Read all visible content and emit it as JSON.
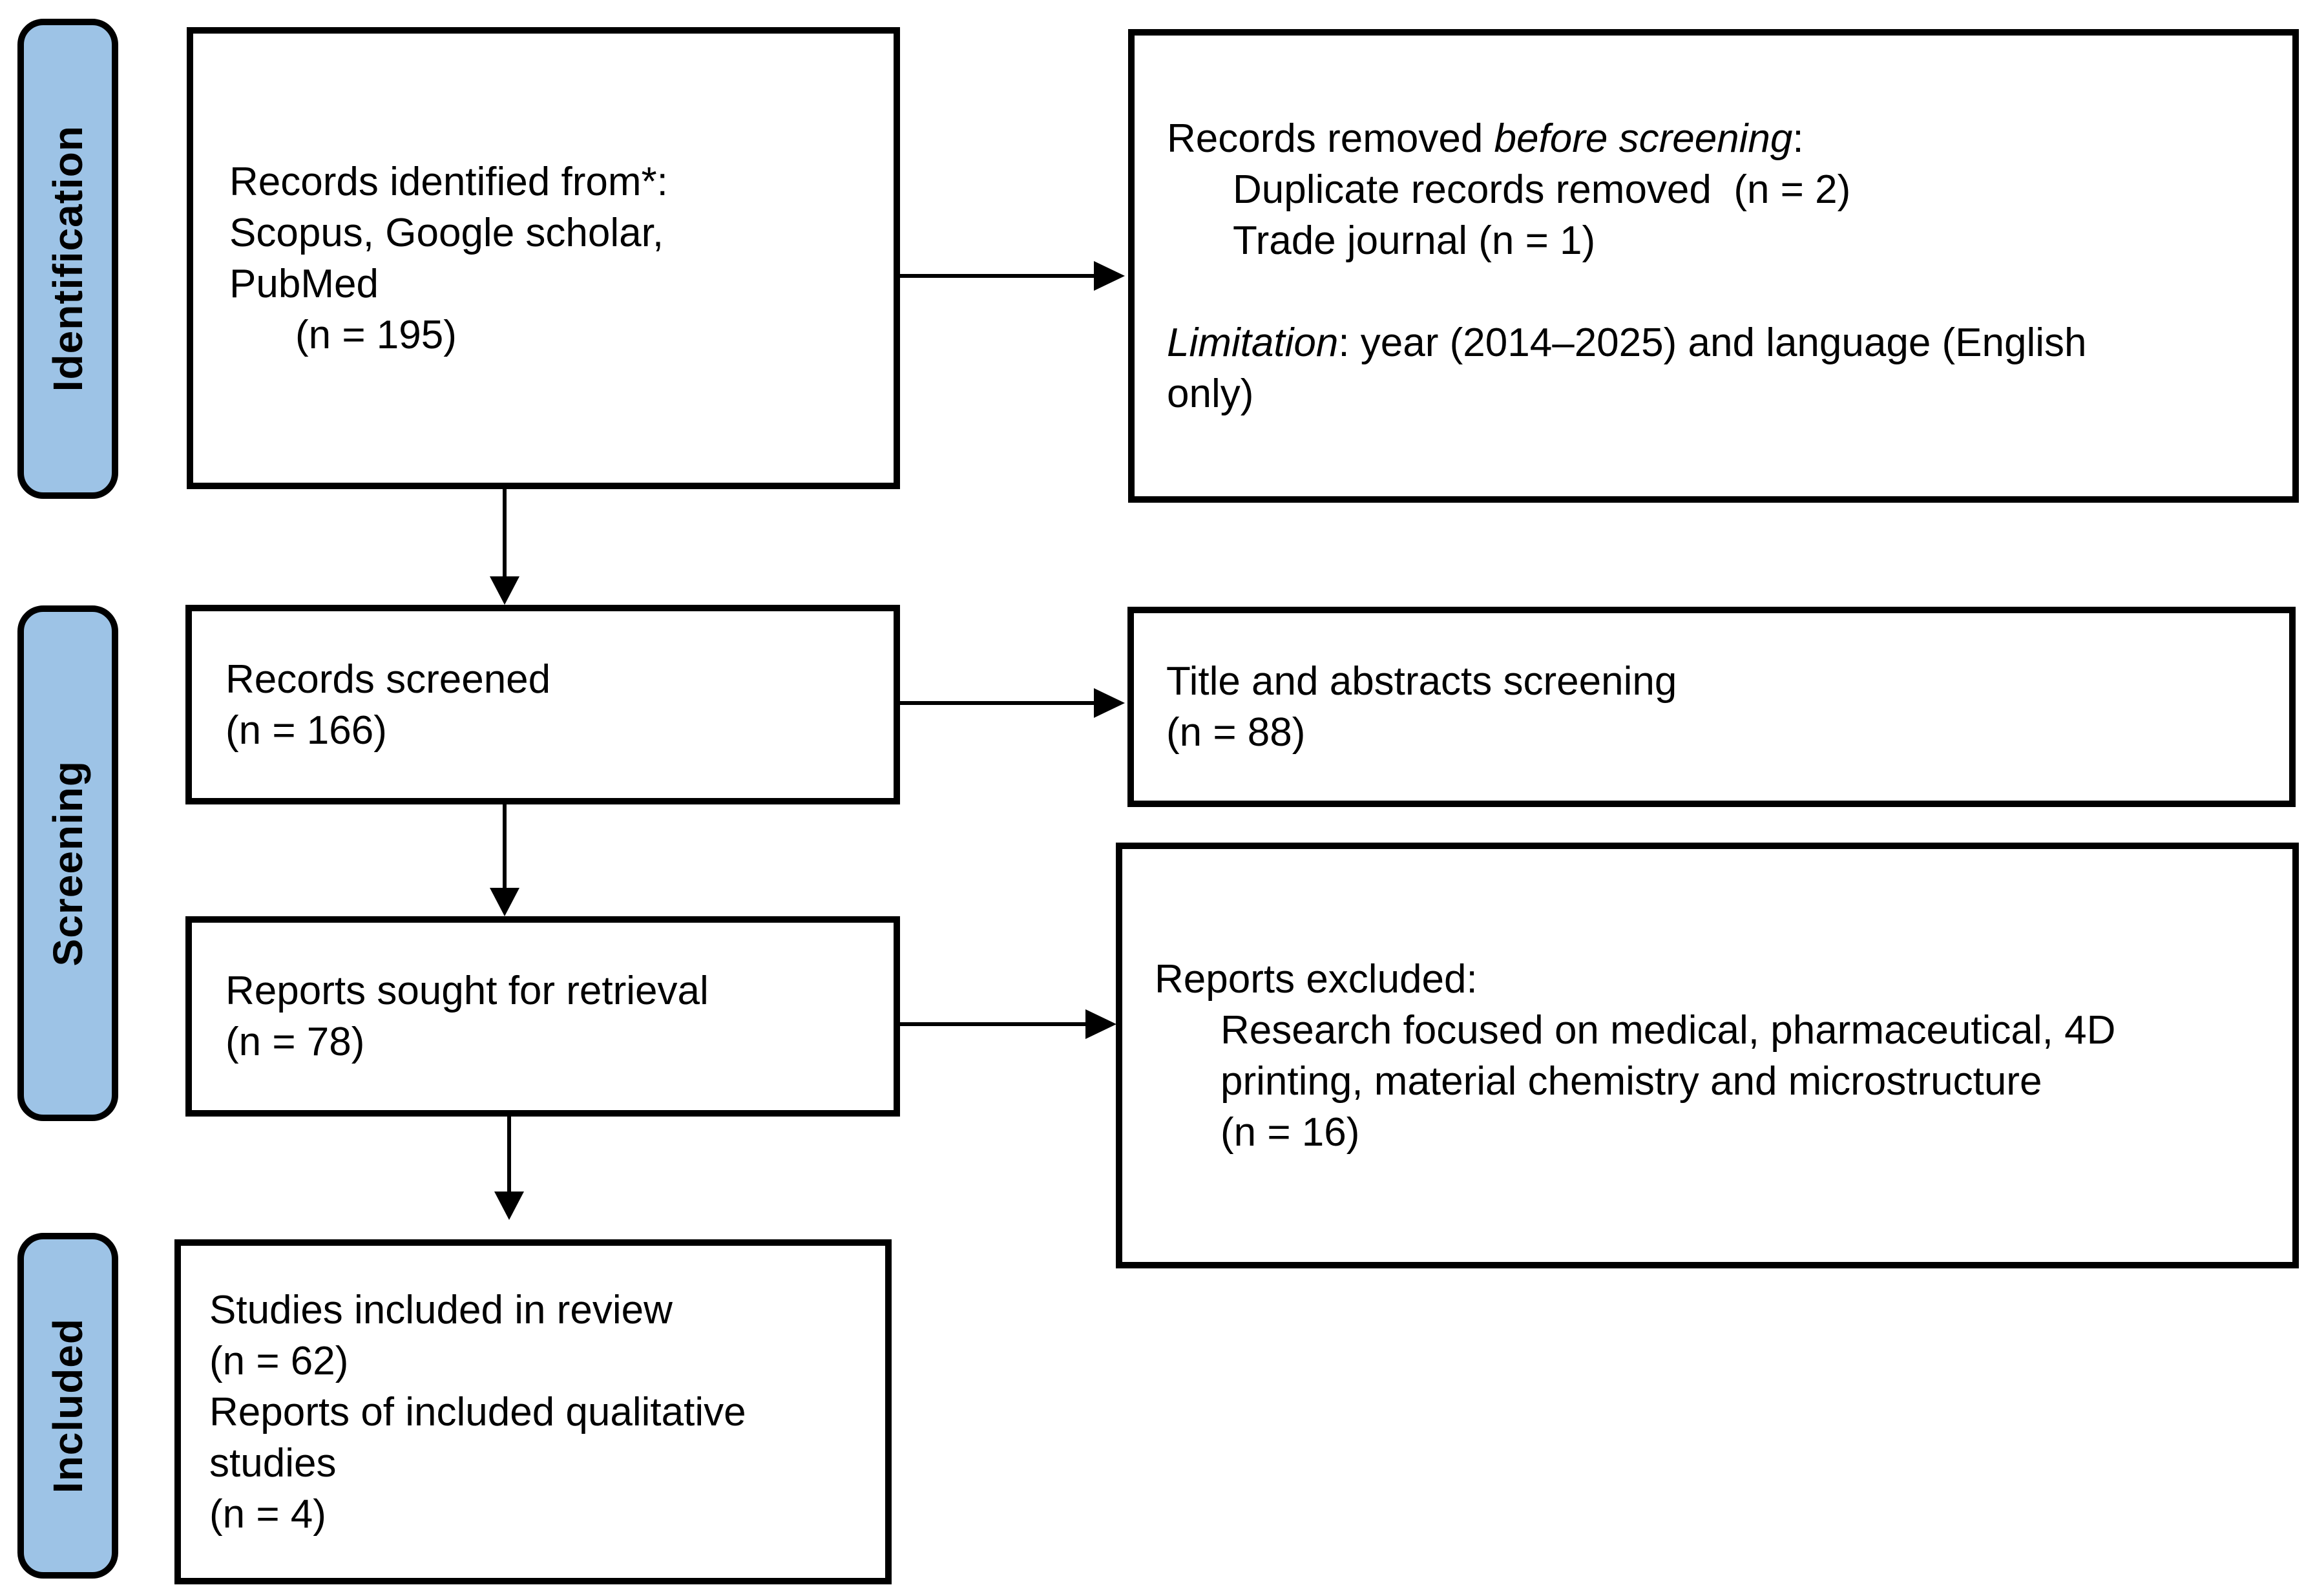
{
  "figure": {
    "type": "prisma-flow-diagram",
    "colors": {
      "stage_fill": "#9DC3E6",
      "stage_border": "#000000",
      "box_border": "#000000",
      "line_color": "#000000",
      "text_color": "#000000",
      "background": "#FFFFFF"
    }
  },
  "stages": [
    {
      "id": "identification",
      "label": "Identification"
    },
    {
      "id": "screening",
      "label": "Screening"
    },
    {
      "id": "included",
      "label": "Included"
    }
  ],
  "boxes": {
    "records_identified": {
      "lines": [
        {
          "segments": [
            {
              "text": "Records identified from*:"
            }
          ]
        },
        {
          "segments": [
            {
              "text": "Scopus, Google scholar,"
            }
          ]
        },
        {
          "segments": [
            {
              "text": "PubMed"
            }
          ]
        },
        {
          "indent": true,
          "segments": [
            {
              "text": "(n = 195)"
            }
          ]
        }
      ]
    },
    "records_removed": {
      "lines": [
        {
          "segments": [
            {
              "text": "Records removed "
            },
            {
              "text": "before screening",
              "italic": true
            },
            {
              "text": ":"
            }
          ]
        },
        {
          "indent": true,
          "segments": [
            {
              "text": "Duplicate records removed  (n = 2)"
            }
          ]
        },
        {
          "indent": true,
          "segments": [
            {
              "text": "Trade journal (n = 1)"
            }
          ]
        },
        {
          "segments": []
        },
        {
          "segments": [
            {
              "text": "Limitation",
              "italic": true
            },
            {
              "text": ": year (2014–2025) and language (English"
            }
          ]
        },
        {
          "segments": [
            {
              "text": "only)"
            }
          ]
        }
      ]
    },
    "records_screened": {
      "lines": [
        {
          "segments": [
            {
              "text": "Records screened"
            }
          ]
        },
        {
          "segments": [
            {
              "text": "(n = 166)"
            }
          ]
        }
      ]
    },
    "title_abstracts": {
      "lines": [
        {
          "segments": [
            {
              "text": "Title and abstracts screening"
            }
          ]
        },
        {
          "segments": [
            {
              "text": "(n = 88)"
            }
          ]
        }
      ]
    },
    "reports_sought": {
      "lines": [
        {
          "segments": [
            {
              "text": "Reports sought for retrieval"
            }
          ]
        },
        {
          "segments": [
            {
              "text": "(n = 78)"
            }
          ]
        }
      ]
    },
    "reports_excluded": {
      "lines": [
        {
          "segments": [
            {
              "text": "Reports excluded:"
            }
          ]
        },
        {
          "indent": true,
          "segments": [
            {
              "text": "Research focused on medical, pharmaceutical, 4D"
            }
          ]
        },
        {
          "indent": true,
          "segments": [
            {
              "text": "printing, material chemistry and microstructure"
            }
          ]
        },
        {
          "indent": true,
          "segments": [
            {
              "text": "(n = 16)"
            }
          ]
        }
      ]
    },
    "studies_included": {
      "lines": [
        {
          "segments": [
            {
              "text": "Studies included in review"
            }
          ]
        },
        {
          "segments": [
            {
              "text": "(n = 62)"
            }
          ]
        },
        {
          "segments": [
            {
              "text": "Reports of included qualitative"
            }
          ]
        },
        {
          "segments": [
            {
              "text": "studies"
            }
          ]
        },
        {
          "segments": [
            {
              "text": "(n = 4)"
            }
          ]
        }
      ]
    }
  }
}
